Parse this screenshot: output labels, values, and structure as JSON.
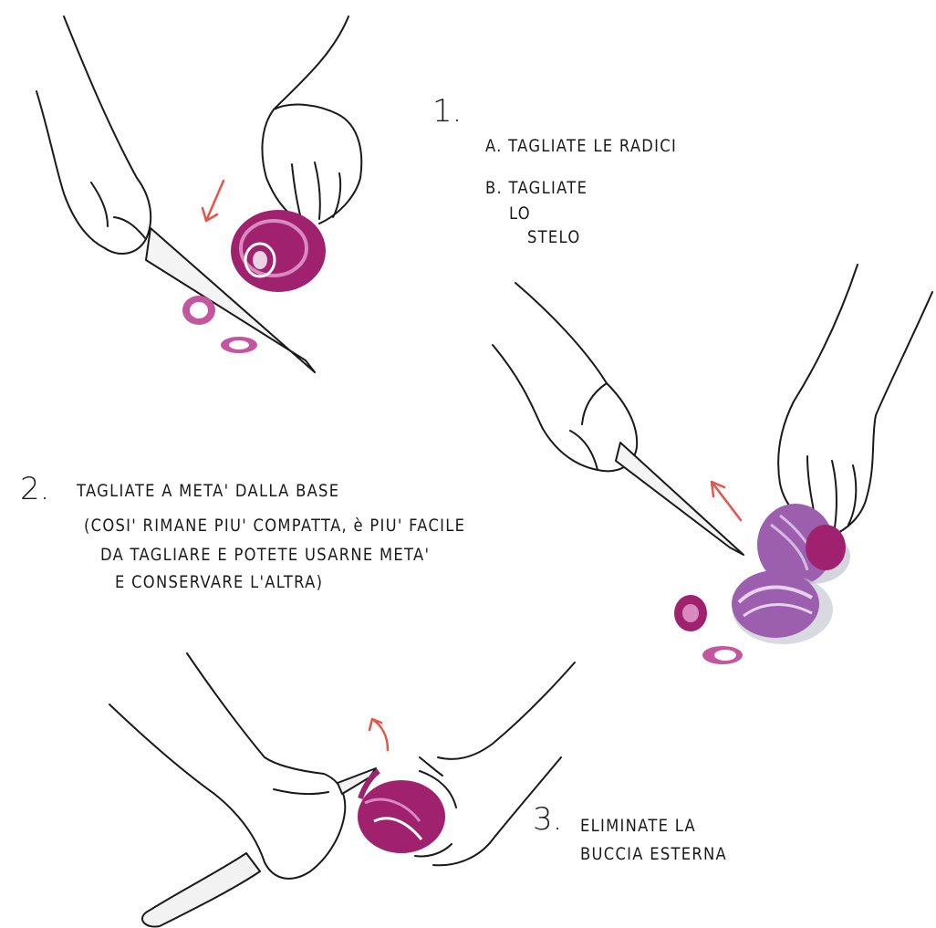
{
  "step1": {
    "number": "1.",
    "line_a": "A. TAGLIATE LE RADICI",
    "line_b1": "B. TAGLIATE",
    "line_b2": "LO",
    "line_b3": "STELO"
  },
  "step2": {
    "number": "2.",
    "line1": "TAGLIATE A META' DALLA BASE",
    "line2": "(COSI' RIMANE PIU' COMPATTA, è PIU' FACILE",
    "line3": "DA TAGLIARE E POTETE USARNE META'",
    "line4": "E CONSERVARE L'ALTRA)"
  },
  "step3": {
    "number": "3.",
    "line1": "ELIMINATE LA",
    "line2": "BUCCIA ESTERNA"
  },
  "colors": {
    "ink": "#1a1a1a",
    "onion": "#a0226e",
    "onion_light": "#d88ac0",
    "onion_half": "#9b5fae",
    "arrow": "#e8534a",
    "shadow": "#c9c9d6"
  }
}
